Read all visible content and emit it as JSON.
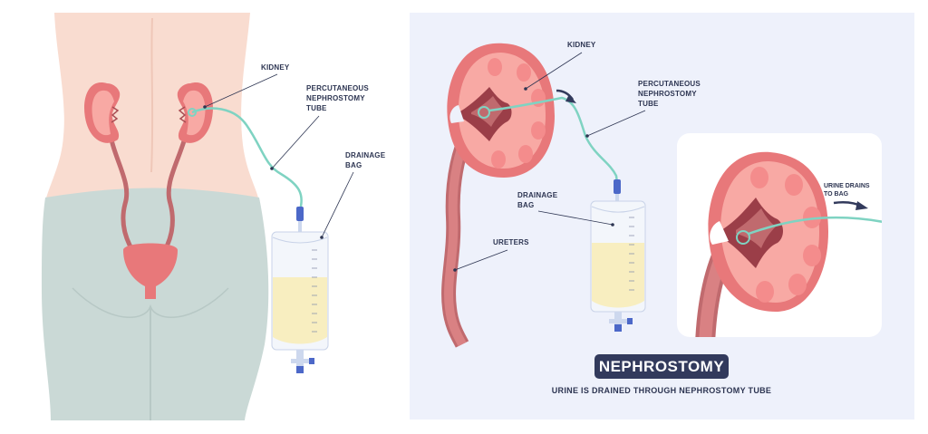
{
  "left_panel": {
    "labels": {
      "kidney": "KIDNEY",
      "tube_line1": "PERCUTANEOUS",
      "tube_line2": "NEPHROSTOMY",
      "tube_line3": "TUBE",
      "bag_line1": "DRAINAGE",
      "bag_line2": "BAG"
    }
  },
  "right_panel": {
    "labels": {
      "kidney": "KIDNEY",
      "tube_line1": "PERCUTANEOUS",
      "tube_line2": "NEPHROSTOMY",
      "tube_line3": "TUBE",
      "bag_line1": "DRAINAGE",
      "bag_line2": "BAG",
      "ureters": "URETERS",
      "urine_line1": "URINE DRAINS",
      "urine_line2": "TO BAG"
    },
    "title": "NEPHROSTOMY",
    "subtitle": "URINE IS DRAINED THROUGH NEPHROSTOMY TUBE"
  },
  "colors": {
    "skin": "#f9dcd0",
    "pants": "#cad9d6",
    "kidney": "#e8787a",
    "kidney_inner": "#f8a9a4",
    "tube": "#7fd3c2",
    "urine": "#f8eec0",
    "panel_bg": "#eef1fb",
    "title_bg": "#323a5c"
  }
}
